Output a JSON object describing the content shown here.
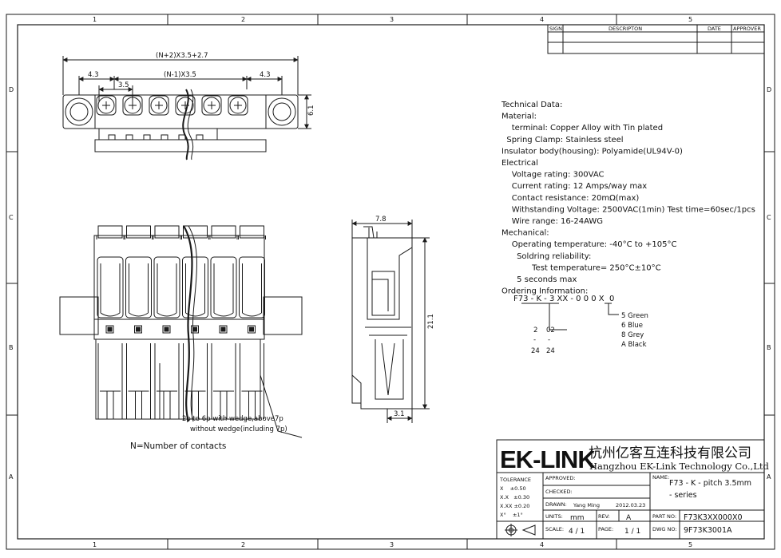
{
  "border": {
    "columns": [
      "1",
      "2",
      "3",
      "4",
      "5"
    ],
    "rows": [
      "D",
      "C",
      "B",
      "A"
    ]
  },
  "revision_table": {
    "headers": [
      "SIGN",
      "DESCRIPTON",
      "DATE",
      "APPROVER"
    ]
  },
  "dimensions": {
    "overall": "(N+2)X3.5+2.7",
    "end_left": "4.3",
    "pitch_count": "(N-1)X3.5",
    "pitch": "3.5",
    "end_right": "4.3",
    "height_top": "6.1",
    "side_width": "7.8",
    "side_height": "21.1",
    "side_bottom": "3.1"
  },
  "notes": {
    "wedge_note_1": "2p to 6p with wedge,above7p",
    "wedge_note_2": "without wedge(including 7p)",
    "n_definition": "N=Number of contacts"
  },
  "technical_data": {
    "lines": [
      "Technical Data:",
      "Material:",
      "  terminal: Copper Alloy with Tin plated",
      " Spring Clamp: Stainless steel",
      "Insulator body(housing): Polyamide(UL94V-0)",
      "Electrical",
      "  Voltage rating: 300VAC",
      "  Current rating: 12 Amps/way max",
      "  Contact resistance: 20mΩ(max)",
      "  Withstanding Voltage: 2500VAC(1min) Test time=60sec/1pcs",
      "  Wire range: 16-24AWG",
      "Mechanical:",
      "  Operating temperature: -40°C to +105°C",
      "   Soldring reliability:",
      "      Test temperature= 250°C±10°C",
      "   5 seconds max",
      "Ordering Information:"
    ],
    "ordering_code": "F73 - K - 3 XX - 0 0 0 X  0",
    "colors": [
      "5  Green",
      "6  Blue",
      "8  Grey",
      "A  Black"
    ],
    "pins_a": [
      "2",
      "-",
      "24"
    ],
    "pins_b": [
      "02",
      "-",
      "24"
    ]
  },
  "title_block": {
    "logo": "EK-LINK",
    "company_cn": "杭州亿客互连科技有限公司",
    "company_en": "Hangzhou EK-Link Technology Co.,Ltd",
    "tolerance_label": "TOLERANCE",
    "tolerances": [
      "X    ±0.50",
      "X.X   ±0.30",
      "X.XX ±0.20",
      "X°    ±1°"
    ],
    "approved_label": "APPROVED:",
    "checked_label": "CHECKED:",
    "drawn_label": "DRAWN:",
    "drawn_by": "Yang Ming",
    "drawn_date": "2012.03.23",
    "units_label": "UNITS:",
    "units": "mm",
    "rev_label": "REV:",
    "rev": "A",
    "scale_label": "SCALE:",
    "scale": "4 / 1",
    "page_label": "PAGE:",
    "page": "1 / 1",
    "name_label": "NAME:",
    "name_1": "F73 - K - pitch 3.5mm",
    "name_2": "- series",
    "part_no_label": "PART NO:",
    "part_no": "F73K3XX000X0",
    "dwg_no_label": "DWG NO:",
    "dwg_no": "9F73K3001A"
  },
  "colors": {
    "line": "#1a1a1a",
    "paper": "#ffffff"
  }
}
